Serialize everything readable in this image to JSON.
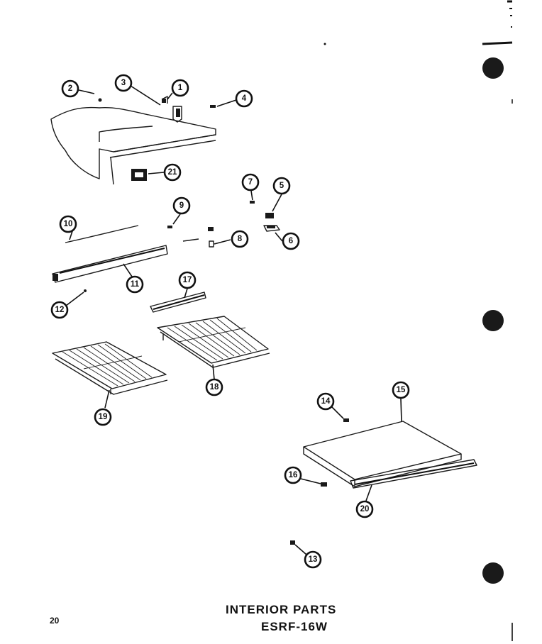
{
  "title": "INTERIOR PARTS",
  "model": "ESRF-16W",
  "page_number": "20",
  "callouts": [
    "1",
    "2",
    "3",
    "4",
    "5",
    "6",
    "7",
    "8",
    "9",
    "10",
    "11",
    "12",
    "13",
    "14",
    "15",
    "16",
    "17",
    "18",
    "19",
    "20",
    "21"
  ]
}
